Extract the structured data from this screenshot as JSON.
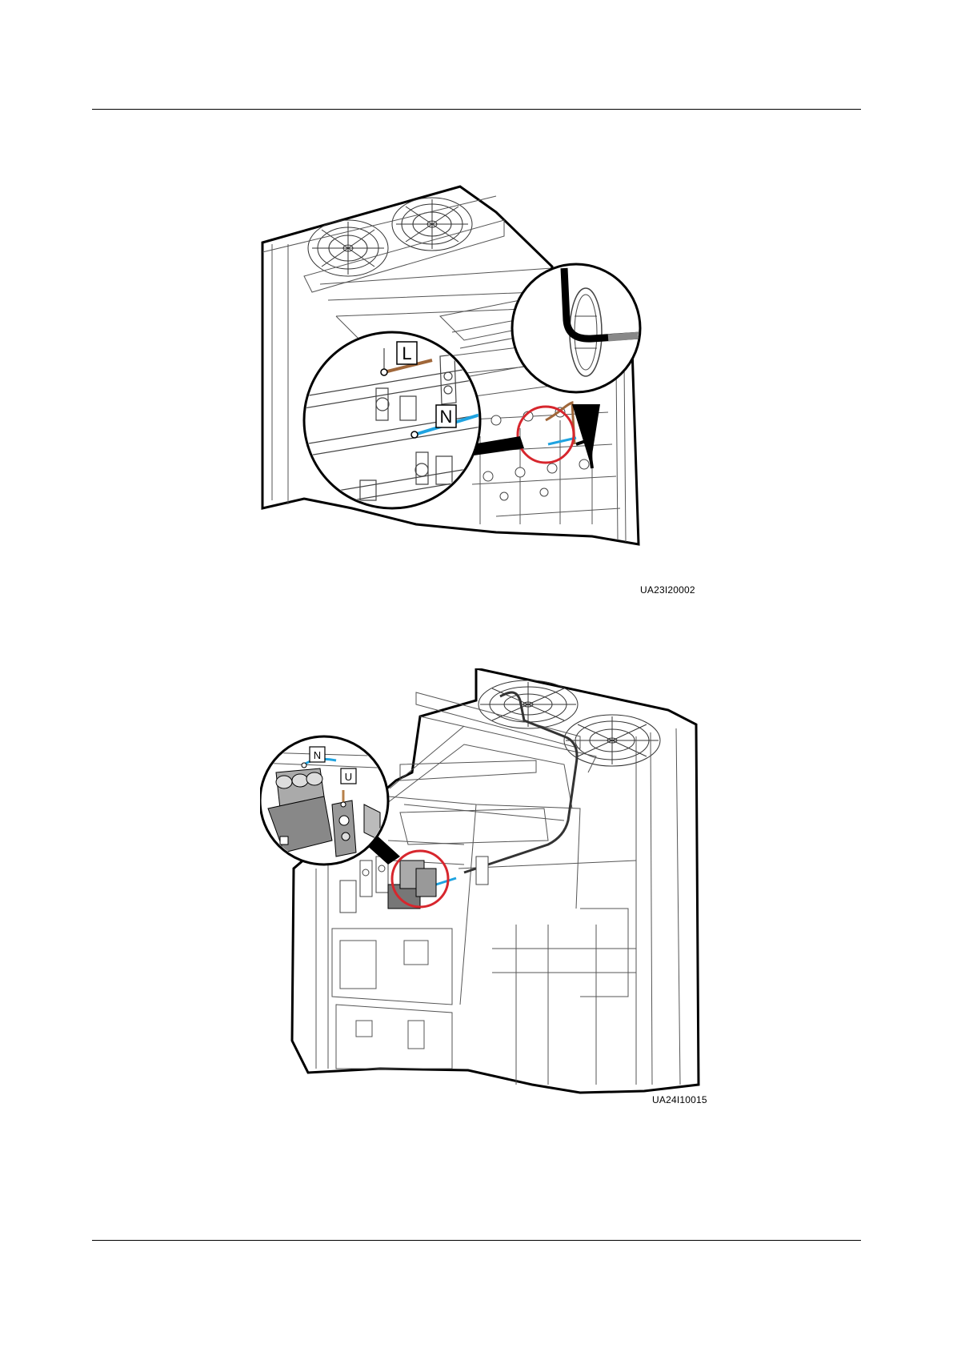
{
  "figures": [
    {
      "code": "UA23I20002",
      "callouts": {
        "line": "L",
        "neutral": "N"
      },
      "colors": {
        "line_cable": "#a0673a",
        "neutral_cable": "#1fa3e0",
        "highlight": "#d7262d"
      }
    },
    {
      "code": "UA24I10015",
      "callouts": {
        "neutral": "N",
        "phase": "U"
      },
      "colors": {
        "phase_cable": "#b7804a",
        "neutral_cable": "#1fa3e0",
        "highlight": "#d7262d",
        "busbar": "#9a9a9a"
      }
    }
  ]
}
